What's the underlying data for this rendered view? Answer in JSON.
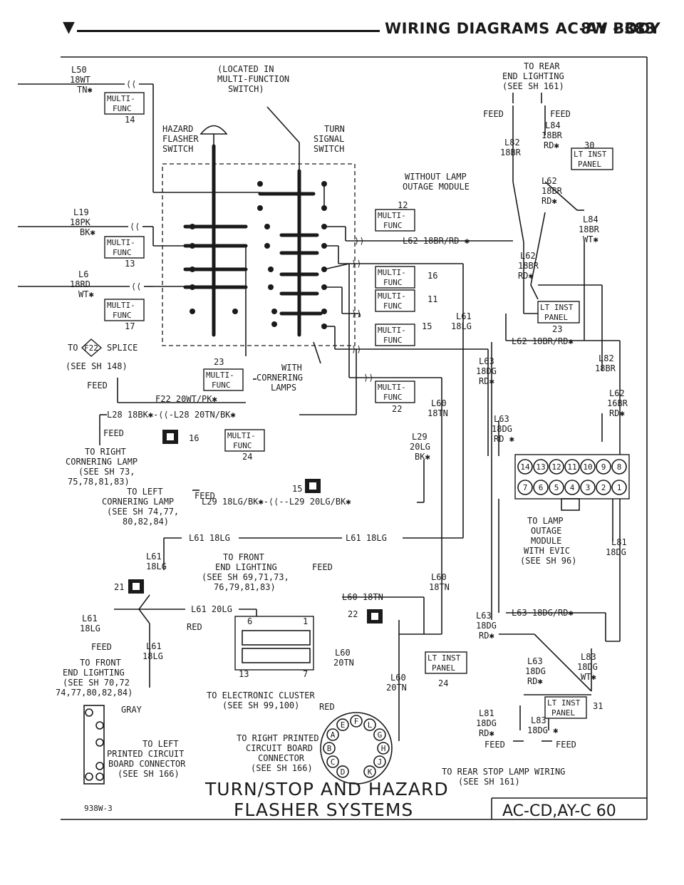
{
  "header": {
    "title": "WIRING DIAGRAMS AC-AY BODY",
    "page": "8W - 383"
  },
  "footer": {
    "figure_id": "938W-3",
    "title_line1": "TURN/STOP AND HAZARD",
    "title_line2": "FLASHER SYSTEMS",
    "body_code": "AC-CD,AY-C 60"
  },
  "labels": {
    "located_1": "(LOCATED IN",
    "located_2": "MULTI-FUNCTION",
    "located_3": "SWITCH)",
    "hazard_1": "HAZARD",
    "hazard_2": "FLASHER",
    "hazard_3": "SWITCH",
    "turn_1": "TURN",
    "turn_2": "SIGNAL",
    "turn_3": "SWITCH",
    "l50_1": "L50",
    "l50_2": "18WT",
    "l50_3": "TN✱",
    "l19_1": "L19",
    "l19_2": "18PK",
    "l19_3": "BK✱",
    "l6_1": "L6",
    "l6_2": "18RD",
    "l6_3": "WT✱",
    "mf": "MULTI-",
    "func": "FUNC",
    "pin14": "14",
    "pin13": "13",
    "pin17": "17",
    "pin12": "12",
    "pin16": "16",
    "pin11": "11",
    "pin15": "15",
    "pin22": "22",
    "pin23": "23",
    "pin24": "24",
    "to_splice": "TO",
    "splice_id": "F22",
    "splice": "SPLICE",
    "see148": "(SEE SH 148)",
    "feed": "FEED",
    "f22": "F22 20WT/PK✱",
    "l28": "L28 18BK✱-⟨⟨-L28 20TN/BK✱",
    "with_1": "WITH",
    "with_2": "CORNERING",
    "with_3": "LAMPS",
    "l62a": "L62 18BR/RD ✱",
    "rear_1": "TO REAR",
    "rear_2": "END LIGHTING",
    "rear_3": "(SEE SH 161)",
    "l84_1": "L84",
    "l84_2": "18BR",
    "l84_3": "RD✱",
    "l82_1": "L82",
    "l82_2": "18BR",
    "n30": "30",
    "lt_inst": "LT INST",
    "panel": "PANEL",
    "without_1": "WITHOUT LAMP",
    "without_2": "OUTAGE MODULE",
    "l62b_1": "L62",
    "l62b_2": "18BR",
    "l62b_3": "RD✱",
    "l84b_1": "L84",
    "l84b_2": "18BR",
    "l84b_3": "WT✱",
    "l62c_1": "L62",
    "l62c_2": "18BR",
    "l62c_3": "RD✱",
    "n23": "23",
    "l62d": "L62 18BR/RD✱",
    "l82b_1": "L82",
    "l82b_2": "18BR",
    "l62e_1": "L62",
    "l62e_2": "16BR",
    "l62e_3": "RD✱",
    "l61a_1": "L61",
    "l61a_2": "18LG",
    "l63a_1": "L63",
    "l63a_2": "18DG",
    "l63a_3": "RD✱",
    "l60a_1": "L60",
    "l60a_2": "18TN",
    "l63b_1": "L63",
    "l63b_2": "18DG",
    "l63b_3": "RD ✱",
    "l29a_1": "L29",
    "l29a_2": "20LG",
    "l29a_3": "BK✱",
    "right_1": "TO RIGHT",
    "right_2": "CORNERING LAMP",
    "right_3": "(SEE SH 73,",
    "right_4": "75,78,81,83)",
    "n16": "16",
    "n15": "15",
    "left_1": "TO LEFT",
    "left_2": "CORNERING LAMP",
    "left_3": "(SEE SH 74,77,",
    "left_4": "80,82,84)",
    "l29b": "L29 18LG/BK✱-⟨⟨--L29 20LG/BK✱",
    "conn_top": [
      "14",
      "13",
      "12",
      "11",
      "10",
      "9",
      "8"
    ],
    "conn_bot": [
      "7",
      "6",
      "5",
      "4",
      "3",
      "2",
      "1"
    ],
    "outage_1": "TO LAMP",
    "outage_2": "OUTAGE",
    "outage_3": "MODULE",
    "outage_4": "WITH EVIC",
    "outage_5": "(SEE SH 96)",
    "l81_1": "L81",
    "l81_2": "18DG",
    "l61_run": "L61 18LG",
    "l61_run2": "L61 18LG",
    "l61b_1": "L61",
    "l61b_2": "18LG",
    "n21": "21",
    "front_1": "TO FRONT",
    "front_2": "END LIGHTING",
    "front_3": "(SEE SH 69,71,73,",
    "front_4": "76,79,81,83)",
    "l60b": "L60 18TN",
    "l60c_1": "L60",
    "l60c_2": "18TN",
    "l61c": "L61 20LG",
    "n6": "6",
    "n1": "1",
    "n13": "13",
    "n7": "7",
    "n22": "22",
    "red": "RED",
    "l60d_1": "L60",
    "l60d_2": "20TN",
    "l60e_1": "L60",
    "l60e_2": "20TN",
    "cluster_1": "TO ELECTRONIC CLUSTER",
    "cluster_2": "(SEE SH 99,100)",
    "red2": "RED",
    "l61d_1": "L61",
    "l61d_2": "18LG",
    "l61e_1": "L61",
    "l61e_2": "18LG",
    "front2_1": "TO FRONT",
    "front2_2": "END LIGHTING",
    "front2_3": "(SEE SH 70,72",
    "front2_4": "74,77,80,82,84)",
    "gray": "GRAY",
    "lpcb_1": "TO LEFT",
    "lpcb_2": "PRINTED CIRCUIT",
    "lpcb_3": "BOARD CONNECTOR",
    "lpcb_4": "(SEE SH 166)",
    "rpcb_1": "TO RIGHT PRINTED",
    "rpcb_2": "CIRCUIT BOARD",
    "rpcb_3": "CONNECTOR",
    "rpcb_4": "(SEE SH 166)",
    "l63c_1": "L63",
    "l63c_2": "18DG",
    "l63c_3": "RD✱",
    "l63d": "L63 18DG/RD✱",
    "n24": "24",
    "l63e_1": "L63",
    "l63e_2": "18DG",
    "l63e_3": "RD✱",
    "l83_1": "L83",
    "l83_2": "18DG",
    "l83_3": "WT✱",
    "n31": "31",
    "l81b_1": "L81",
    "l81b_2": "18DG",
    "l81b_3": "RD✱",
    "l83b_1": "L83",
    "l83b_2": "18DG ✱",
    "stop_1": "TO REAR STOP LAMP WIRING",
    "stop_2": "(SEE SH 161)",
    "pcb_pins": [
      "D",
      "C",
      "B",
      "A",
      "E",
      "F",
      "L",
      "G",
      "H",
      "J",
      "K"
    ]
  }
}
